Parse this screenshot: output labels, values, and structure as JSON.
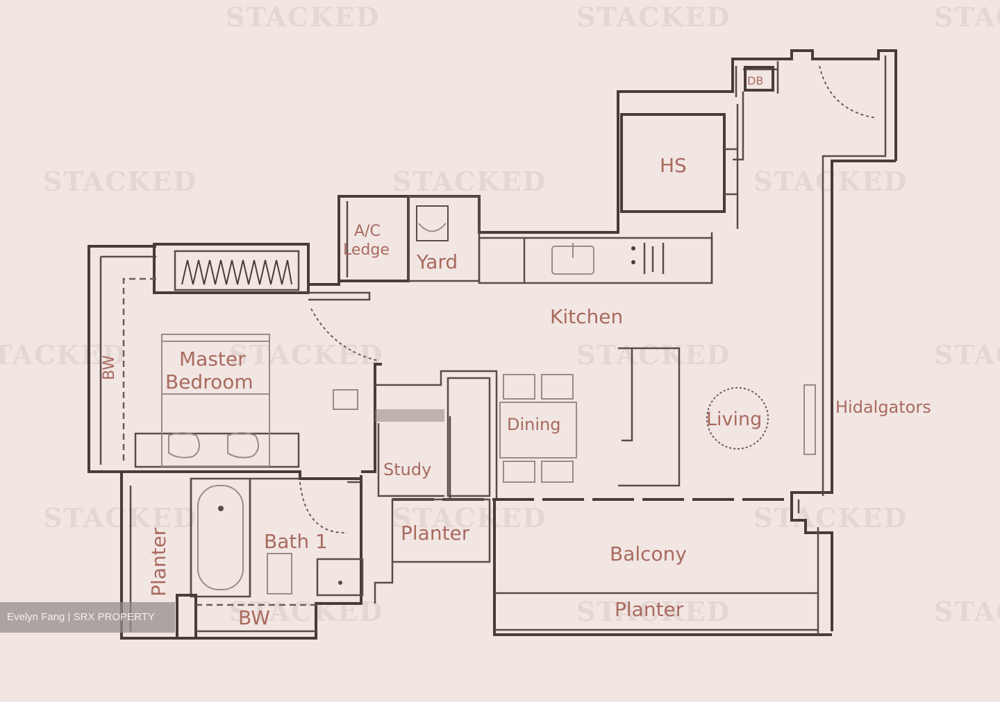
{
  "floorplan": {
    "watermark": "STACKED",
    "rooms": {
      "master_bedroom_line1": "Master",
      "master_bedroom_line2": "Bedroom",
      "bw_left": "BW",
      "bw_bottom": "BW",
      "ac_ledge_line1": "A/C",
      "ac_ledge_line2": "Ledge",
      "yard": "Yard",
      "kitchen": "Kitchen",
      "hs": "HS",
      "db": "DB",
      "dining": "Dining",
      "living": "Living",
      "study": "Study",
      "bath": "Bath 1",
      "planter_left": "Planter",
      "planter_middle": "Planter",
      "planter_bottom": "Planter",
      "balcony": "Balcony",
      "entrance_label": "Hidalgators"
    },
    "colors": {
      "background": "#f2e6e3",
      "wall": "#4a3a38",
      "label": "#a86a5e",
      "watermark": "#e4d6d3"
    }
  },
  "credit": {
    "text": "Evelyn Fang | SRX PROPERTY"
  }
}
